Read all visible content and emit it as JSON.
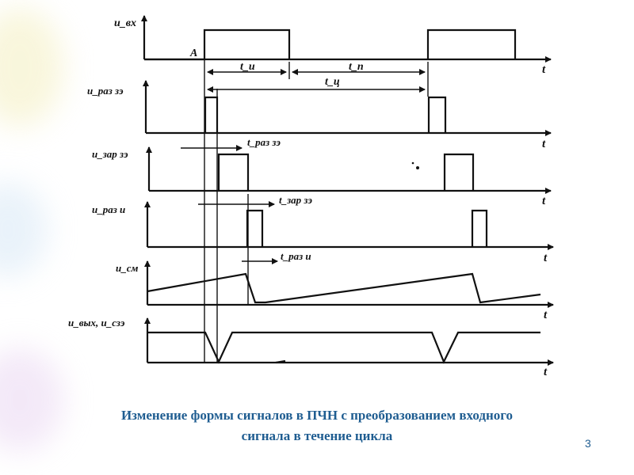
{
  "diagram": {
    "axis_label": "t",
    "point_label": "A",
    "signal_labels": {
      "u_in": "u_вх",
      "u_disch_ze": "u_раз зэ",
      "u_chg_ze": "u_зар зэ",
      "u_disch_i": "u_раз и",
      "u_saw": "u_см",
      "u_out": "u_вых, u_сзэ"
    },
    "time_labels": {
      "t_i": "t_и",
      "t_p": "t_п",
      "t_ts": "t_ц",
      "t_disch_ze": "t_раз зэ",
      "t_chg_ze": "t_зар зэ",
      "t_disch_i": "t_раз и"
    }
  },
  "caption": {
    "line1": "Изменение формы сигналов в ПЧН с преобразованием входного",
    "line2": "сигнала в течение цикла"
  },
  "page_number": "3",
  "colors": {
    "caption": "#1f5d91",
    "ink": "#111111"
  }
}
